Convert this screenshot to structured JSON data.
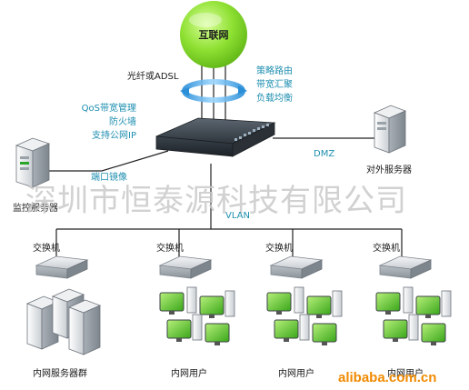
{
  "internet": {
    "label": "互联网"
  },
  "uplink": {
    "label": "光纤或ADSL"
  },
  "router_features": {
    "line1": "策略路由",
    "line2": "带宽汇聚",
    "line3": "负载均衡"
  },
  "firewall_features": {
    "line1": "QoS带宽管理",
    "line2": "防火墙",
    "line3": "支持公网IP"
  },
  "dmz": {
    "label": "DMZ"
  },
  "external_server": {
    "label": "对外服务器"
  },
  "port_mirror": {
    "label": "端口镜像"
  },
  "monitor_server": {
    "label": "监控服务器"
  },
  "vlan": {
    "label": "VLAN"
  },
  "switches": [
    {
      "label": "交换机"
    },
    {
      "label": "交换机"
    },
    {
      "label": "交换机"
    },
    {
      "label": "交换机"
    }
  ],
  "groups": [
    {
      "label": "内网服务器群"
    },
    {
      "label": "内网用户"
    },
    {
      "label": "内网用户"
    },
    {
      "label": "内网用户"
    }
  ],
  "watermark": {
    "text": "深圳市恒泰源科技有限公司"
  },
  "site": {
    "text": "alibaba.com.cn"
  },
  "colors": {
    "accent_cyan": "#1f8fb0",
    "internet_green": "#7fd321",
    "monitor_green": "#2aa52a",
    "watermark_orange": "#f08a00"
  }
}
